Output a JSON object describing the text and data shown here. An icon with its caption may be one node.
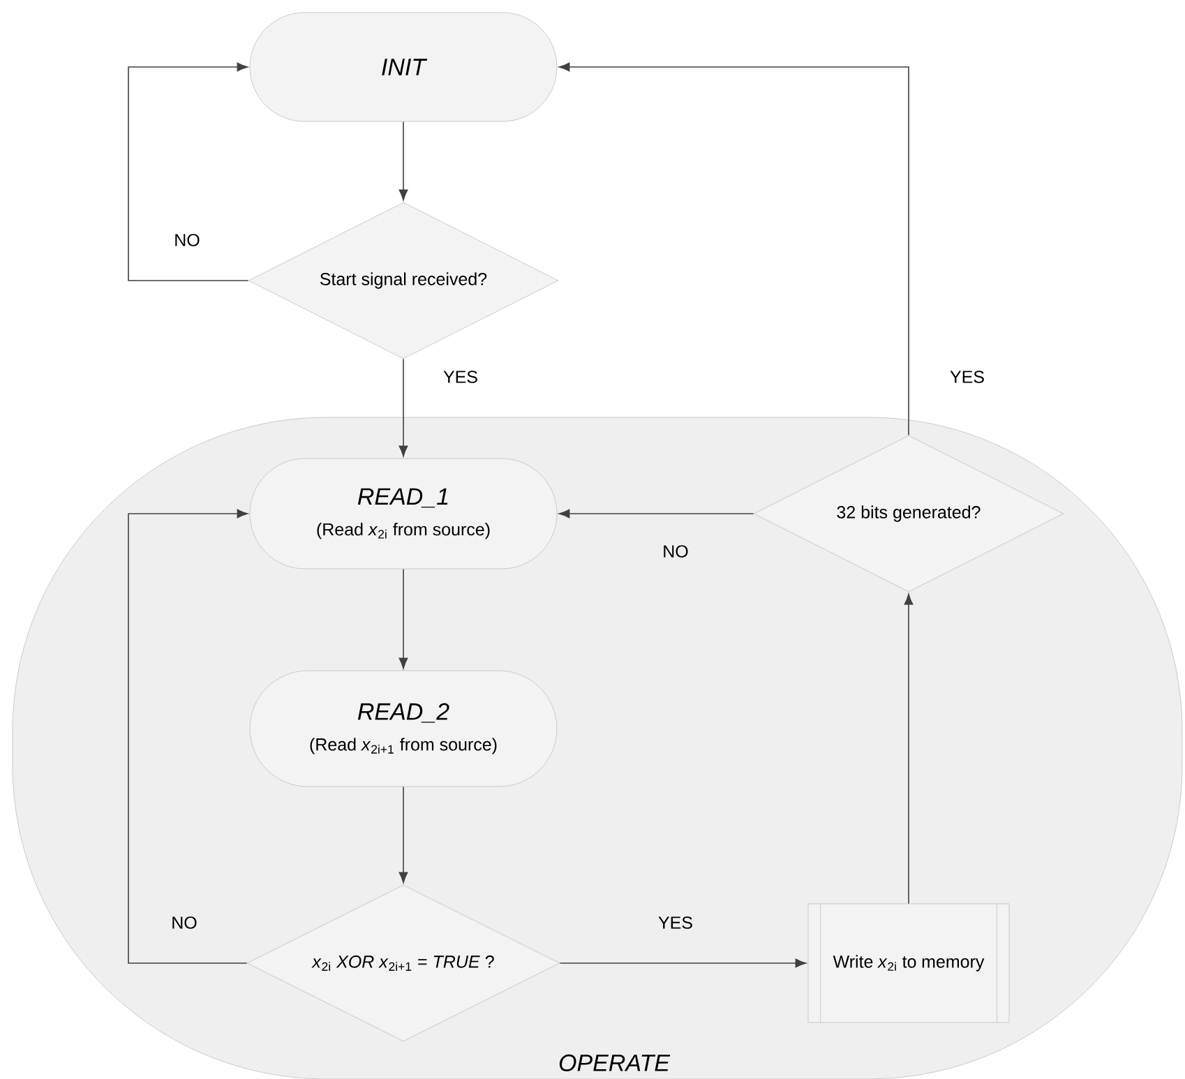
{
  "diagram": {
    "nodes": [
      {
        "text": [
          "INIT"
        ]
      },
      {
        "text": [
          "Start signal received?"
        ]
      },
      {
        "text": [
          "OPERATE"
        ]
      },
      {
        "text": [
          "READ_1",
          "(Read *x*$_{2i}$ from source)"
        ],
        "in": 2
      },
      {
        "text": [
          "32 bits generated?"
        ],
        "in": 2
      },
      {
        "text": [
          "READ_2",
          "(Read *x*$_{2i+1}$ from source)"
        ],
        "in": 2
      },
      {
        "text": [
          "*x*$_{2i}$ *XOR x*$_{2i+1}$ = *TRUE* ?"
        ],
        "in": 2
      },
      {
        "text": [
          "Write *x*$_{2i}$ to memory"
        ],
        "in": 2
      }
    ],
    "edges": [
      {
        "from": 0,
        "to": 1,
        "arrow": "to"
      },
      {
        "from": 1,
        "to": 0,
        "arrow": "to",
        "label": "NO"
      },
      {
        "from": 1,
        "to": 3,
        "arrow": "to",
        "label": "YES"
      },
      {
        "from": 3,
        "to": 5,
        "arrow": "to"
      },
      {
        "from": 5,
        "to": 6,
        "arrow": "to"
      },
      {
        "from": 6,
        "to": 3,
        "arrow": "to",
        "label": "NO"
      },
      {
        "from": 6,
        "to": 7,
        "arrow": "to",
        "label": "YES"
      },
      {
        "from": 7,
        "to": 4,
        "arrow": "to"
      },
      {
        "from": 4,
        "to": 3,
        "arrow": "to",
        "label": "NO"
      },
      {
        "from": 4,
        "to": 0,
        "arrow": "to",
        "label": "YES"
      }
    ]
  }
}
